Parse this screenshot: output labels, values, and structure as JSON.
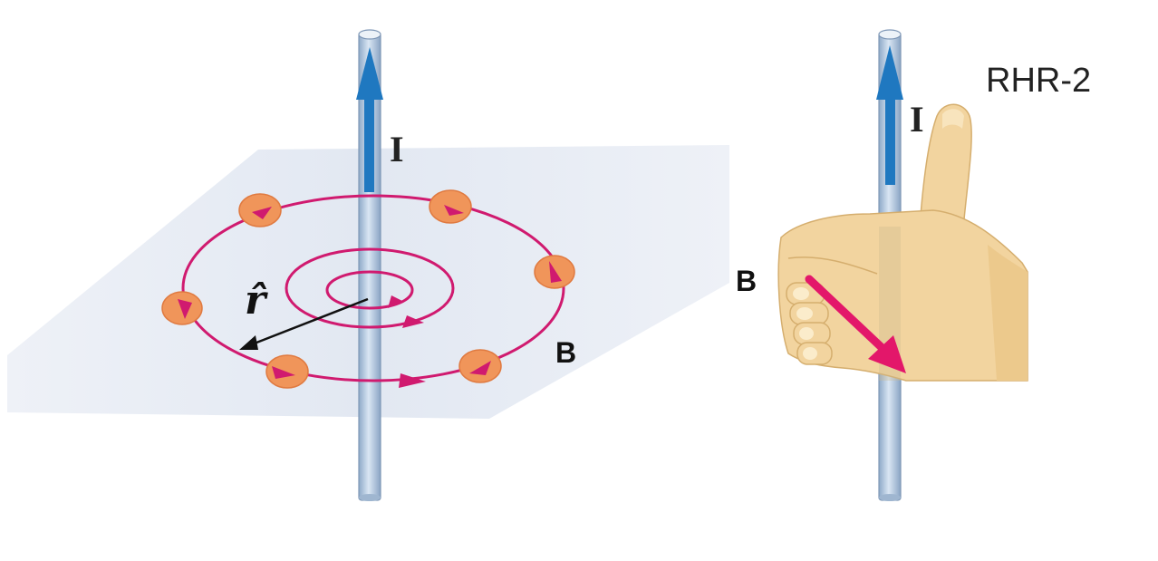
{
  "left_panel": {
    "current_label": "I",
    "field_label": "B",
    "unit_vector_label": "r̂"
  },
  "right_panel": {
    "rule_title": "RHR-2",
    "current_label": "I",
    "field_label": "B"
  },
  "colors": {
    "wire": "#a9c1dc",
    "current_arrow": "#1f78c0",
    "field_line": "#d01a6f",
    "compass": "#f0955a",
    "plane": "#e6ebf4",
    "hand": "#f2d49f",
    "field_arrow_hand": "#e3176a"
  }
}
